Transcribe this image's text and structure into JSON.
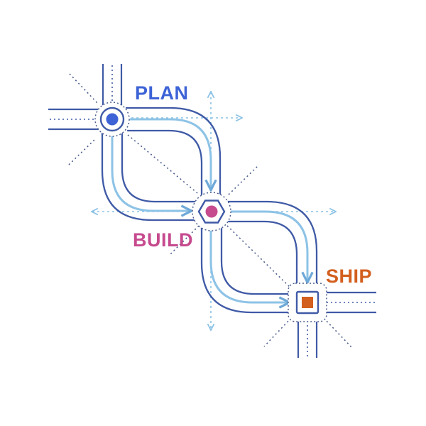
{
  "colors": {
    "background": "#ffffff",
    "track": "#3f5aa6",
    "flow": "#8dc3e6",
    "guide": "#4a5d8c",
    "plan": "#3d63d6",
    "build": "#c64a8e",
    "ship": "#d35f1e"
  },
  "stages": [
    {
      "id": "plan",
      "label": "PLAN",
      "marker_icon": "circle-icon"
    },
    {
      "id": "build",
      "label": "BUILD",
      "marker_icon": "hexagon-icon"
    },
    {
      "id": "ship",
      "label": "SHIP",
      "marker_icon": "square-icon"
    }
  ]
}
